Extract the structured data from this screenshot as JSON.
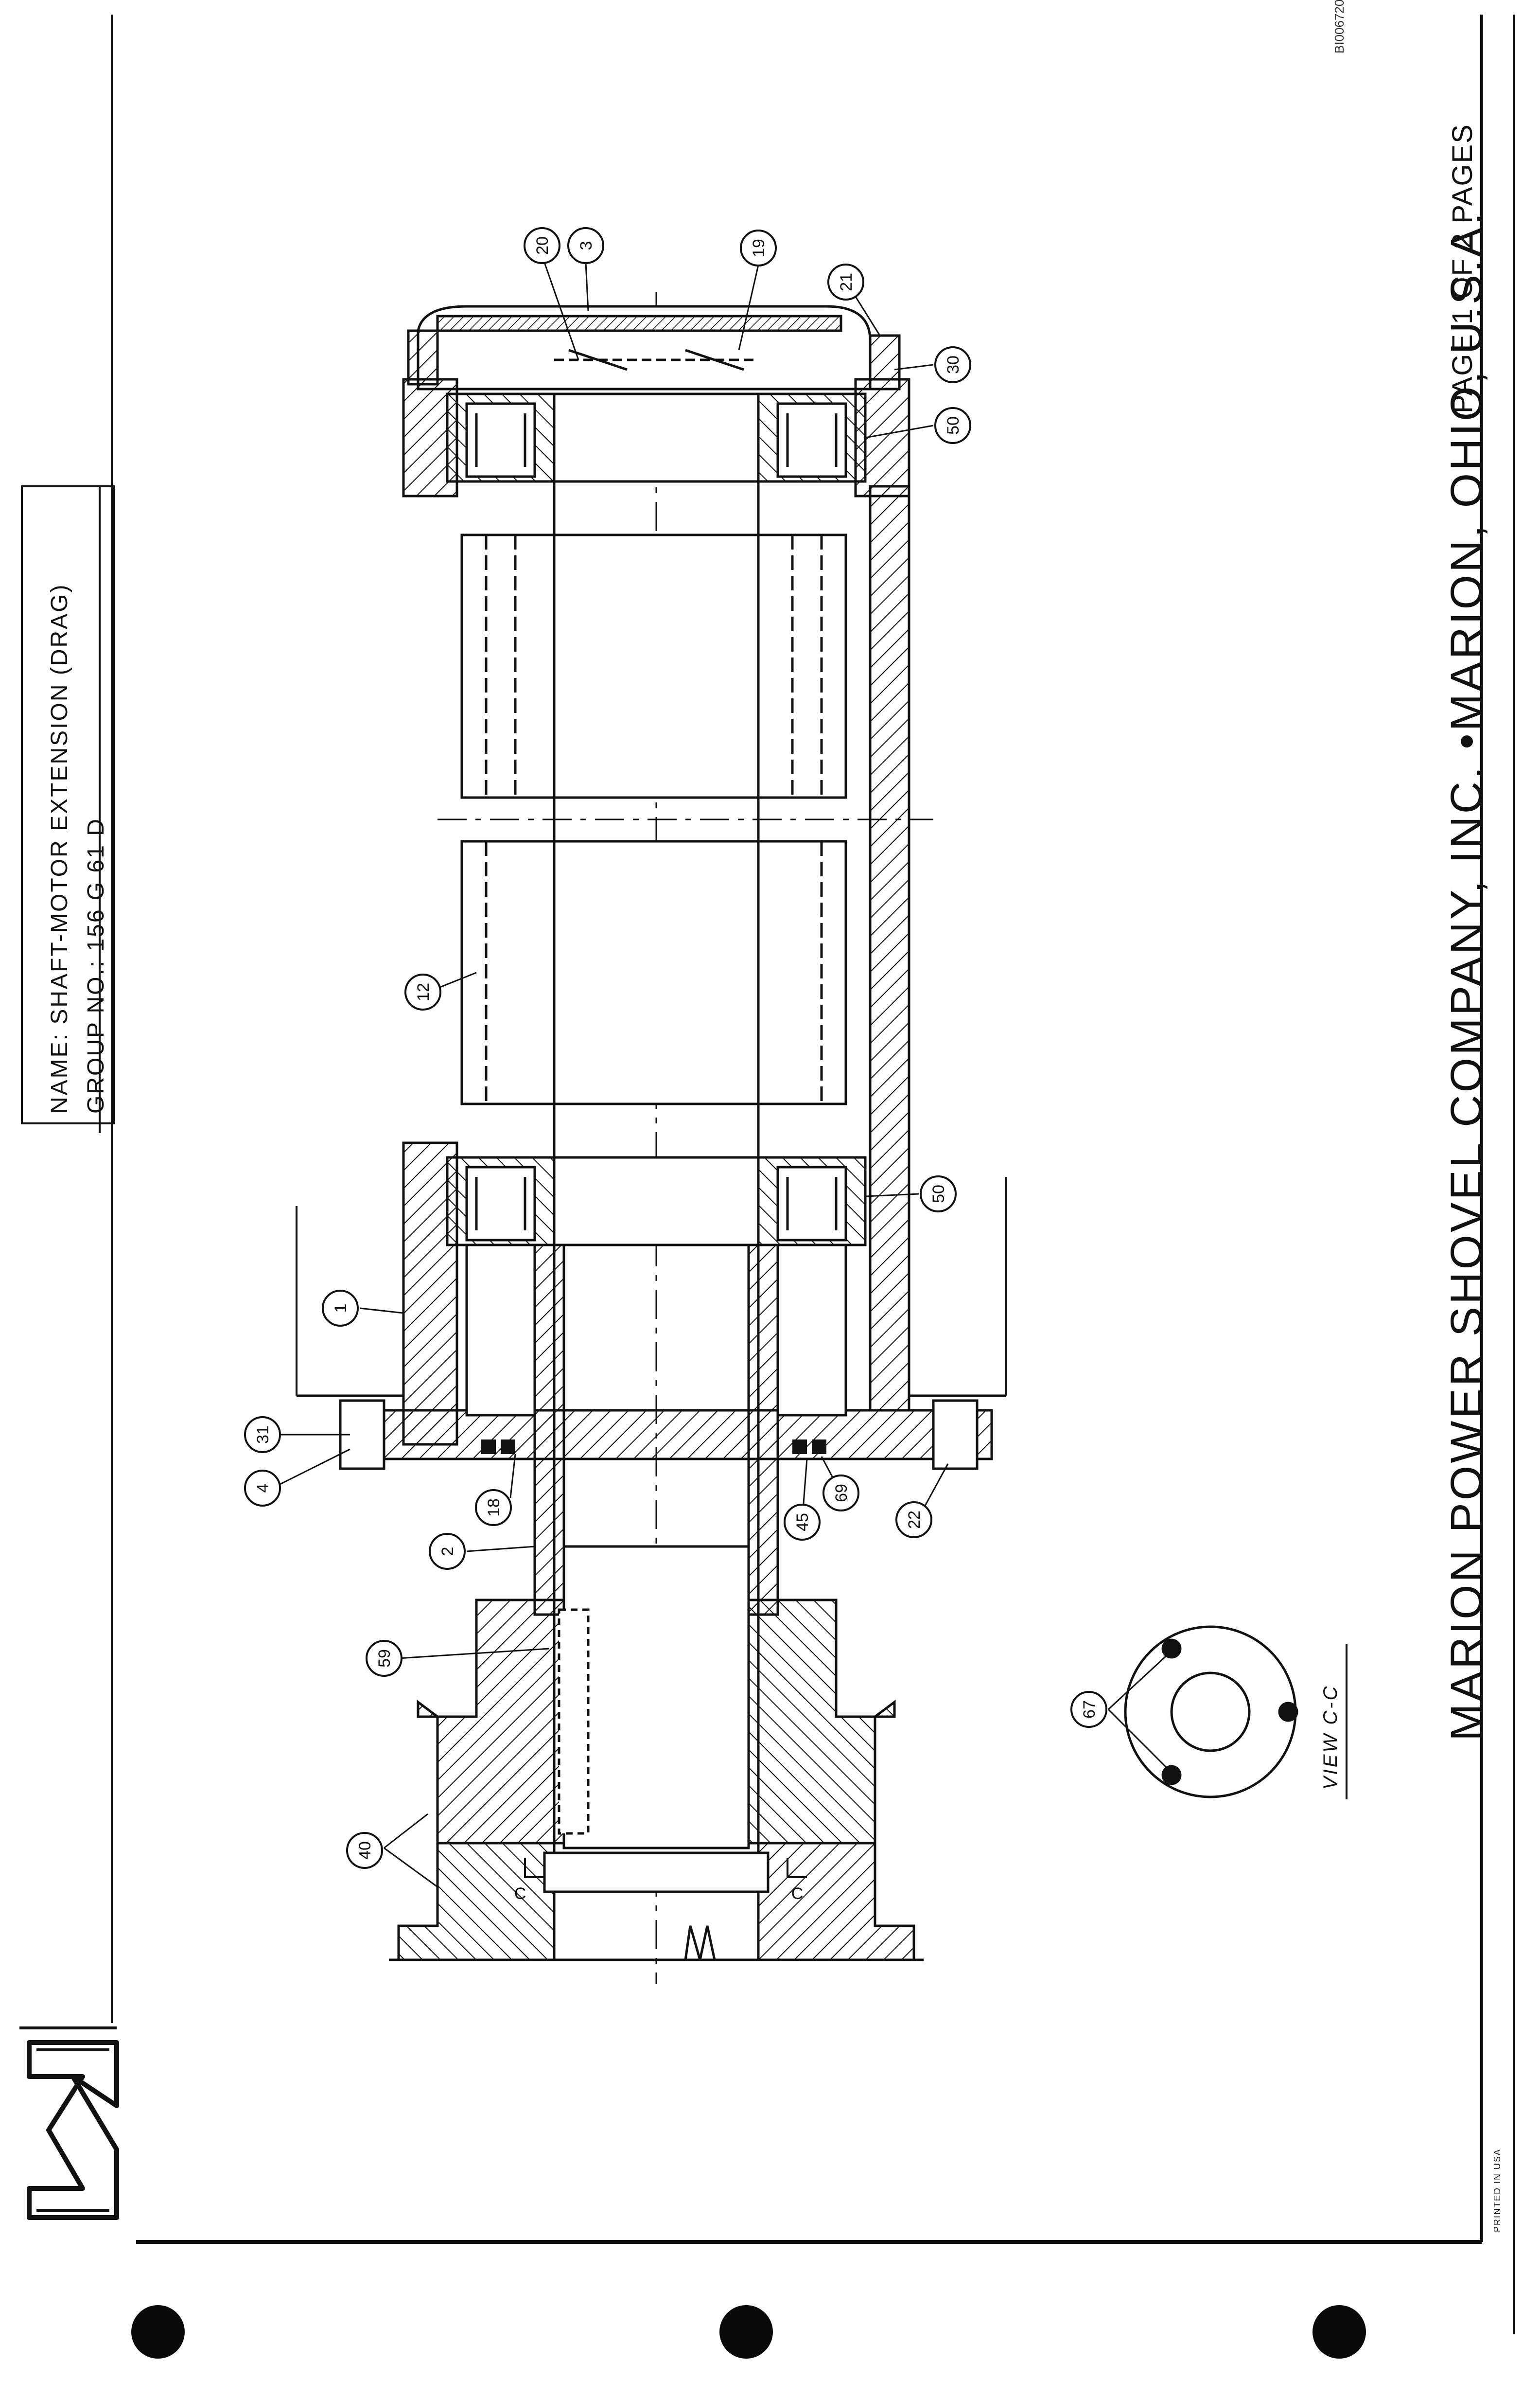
{
  "document_id": "BI006720",
  "title_block": {
    "name_line": "NAME: SHAFT-MOTOR EXTENSION (DRAG)",
    "group_line": "GROUP NO.: 156 G 61 D"
  },
  "company_line": "MARION POWER SHOVEL COMPANY, INC. •MARION, OHIO, U.S.A.",
  "page_label": "PAGE 1 OF 2 PAGES",
  "printed_note": "PRINTED IN USA",
  "view_label": "VIEW C-C",
  "section_marks": [
    "C",
    "C"
  ],
  "callouts": [
    "20",
    "3",
    "19",
    "21",
    "30",
    "50",
    "12",
    "50",
    "1",
    "31",
    "4",
    "18",
    "2",
    "45",
    "69",
    "22",
    "59",
    "40",
    "67"
  ],
  "icons": {
    "logo": "marion-m-logo",
    "punch_holes": "punch-hole-icon"
  },
  "colors": {
    "ink": "#111111",
    "paper": "#ffffff"
  }
}
